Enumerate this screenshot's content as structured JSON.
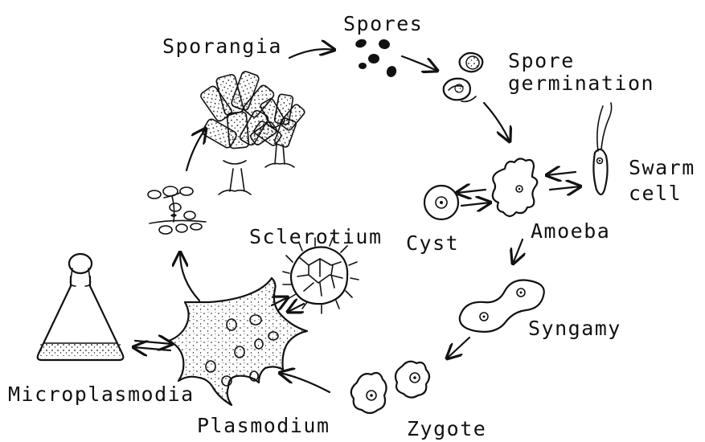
{
  "labels": {
    "spores": "Spores",
    "sporangia": "Sporangia",
    "spore_germination_line1": "Spore",
    "spore_germination_line2": "germination",
    "swarm_cell_line1": "Swarm",
    "swarm_cell_line2": "cell",
    "cyst": "Cyst",
    "amoeba": "Amoeba",
    "sclerotium": "Sclerotium",
    "syngamy": "Syngamy",
    "zygote": "Zygote",
    "plasmodium": "Plasmodium",
    "microplasmodia": "Microplasmodia"
  }
}
